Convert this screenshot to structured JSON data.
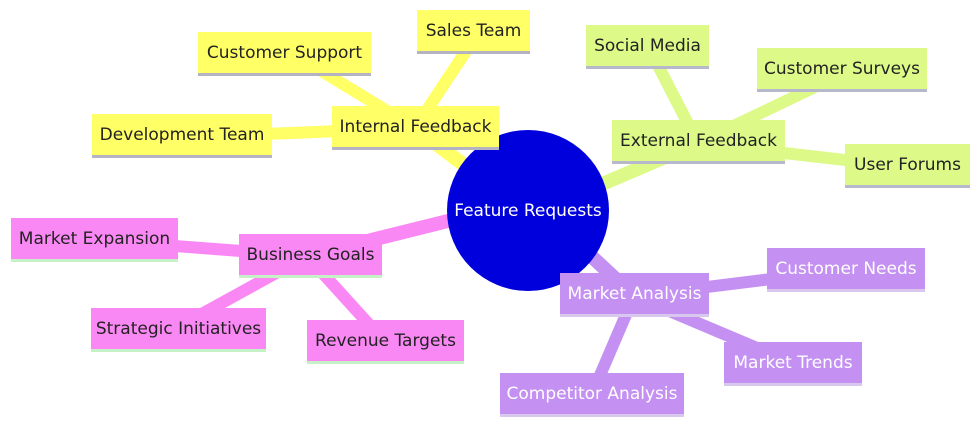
{
  "center": {
    "label": "Feature Requests",
    "color": "#0000dd"
  },
  "branches": {
    "internal": {
      "label": "Internal Feedback",
      "color": "#ffff66",
      "children": [
        "Sales Team",
        "Customer Support",
        "Development Team"
      ]
    },
    "external": {
      "label": "External Feedback",
      "color": "#ddfa88",
      "children": [
        "Social Media",
        "Customer Surveys",
        "User Forums"
      ]
    },
    "market": {
      "label": "Market Analysis",
      "color": "#c490f2",
      "children": [
        "Customer Needs",
        "Market Trends",
        "Competitor Analysis"
      ]
    },
    "business": {
      "label": "Business Goals",
      "color": "#fa88f4",
      "children": [
        "Market Expansion",
        "Strategic Initiatives",
        "Revenue Targets"
      ]
    }
  }
}
